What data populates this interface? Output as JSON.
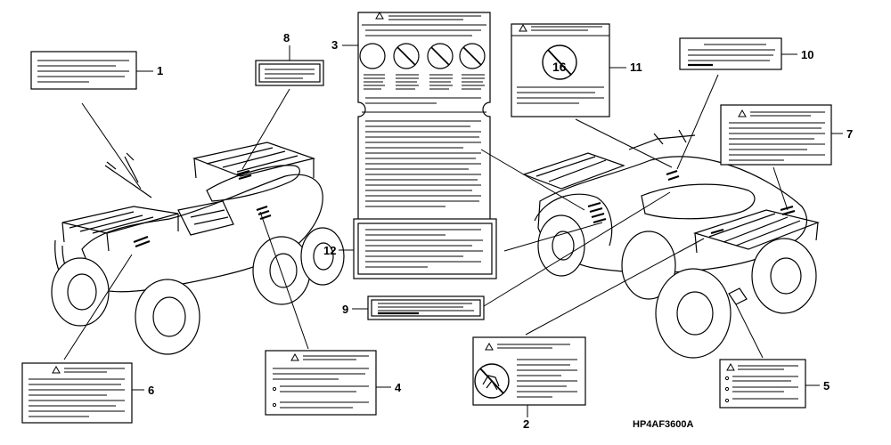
{
  "callouts": {
    "n1": "1",
    "n2": "2",
    "n3": "3",
    "n4": "4",
    "n5": "5",
    "n6": "6",
    "n7": "7",
    "n8": "8",
    "n9": "9",
    "n10": "10",
    "n11": "11",
    "n12": "12"
  },
  "label11_icon_text": "16",
  "diagram_code": "HP4AF3600A"
}
